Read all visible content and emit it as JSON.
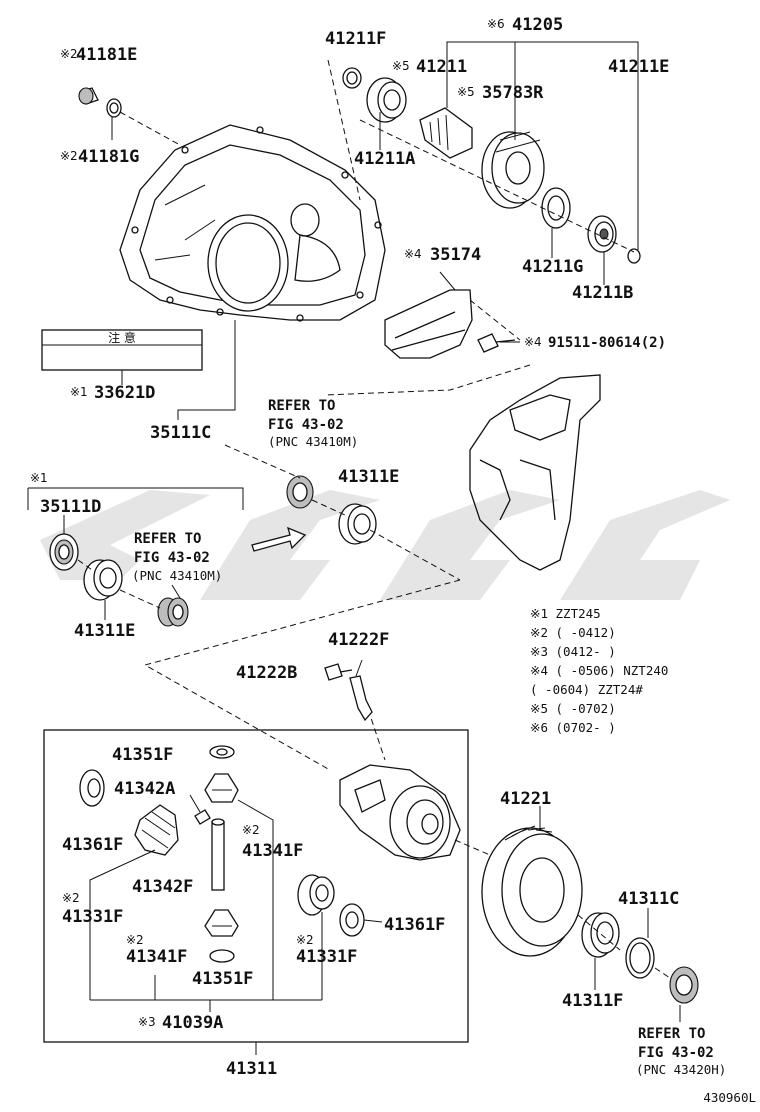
{
  "labels": {
    "p41181E": "41181E",
    "p41181G": "41181G",
    "p41211F": "41211F",
    "p41205": "41205",
    "p41211": "41211",
    "p41211E": "41211E",
    "p35783R": "35783R",
    "p41211A": "41211A",
    "p35174": "35174",
    "p41211G": "41211G",
    "p41211B": "41211B",
    "p91511": "91511-80614(2)",
    "p33621D": "33621D",
    "p35111C": "35111C",
    "p41311E_top": "41311E",
    "p35111D": "35111D",
    "p41311E_left": "41311E",
    "p41222F": "41222F",
    "p41222B": "41222B",
    "p41351F_top": "41351F",
    "p41342A": "41342A",
    "p41361F_left": "41361F",
    "p41341F_right": "41341F",
    "p41342F": "41342F",
    "p41331F_left": "41331F",
    "p41341F_low": "41341F",
    "p41351F_low": "41351F",
    "p41331F_right": "41331F",
    "p41361F_right": "41361F",
    "p41039A": "41039A",
    "p41311": "41311",
    "p41221": "41221",
    "p41311C": "41311C",
    "p41311F": "41311F"
  },
  "marks": {
    "m2": "※2",
    "m5": "※5",
    "m6": "※6",
    "m4": "※4",
    "m1": "※1",
    "m3": "※3"
  },
  "refs": {
    "ref1_line1": "REFER TO",
    "ref1_line2": "FIG 43-02",
    "ref1_line3": "(PNC 43410M)",
    "ref2_line1": "REFER TO",
    "ref2_line2": "FIG 43-02",
    "ref2_line3": "(PNC 43410M)",
    "ref3_line1": "REFER TO",
    "ref3_line2": "FIG 43-02",
    "ref3_line3": "(PNC 43420H)"
  },
  "notes": [
    "※1 ZZT245",
    "※2 (     -0412)",
    "※3 (0412-     )",
    "※4 (     -0506) NZT240",
    "   (     -0604) ZZT24#",
    "※5 (     -0702)",
    "※6 (0702-     )"
  ],
  "label_plate_text": "注 意",
  "figure_id": "430960L"
}
